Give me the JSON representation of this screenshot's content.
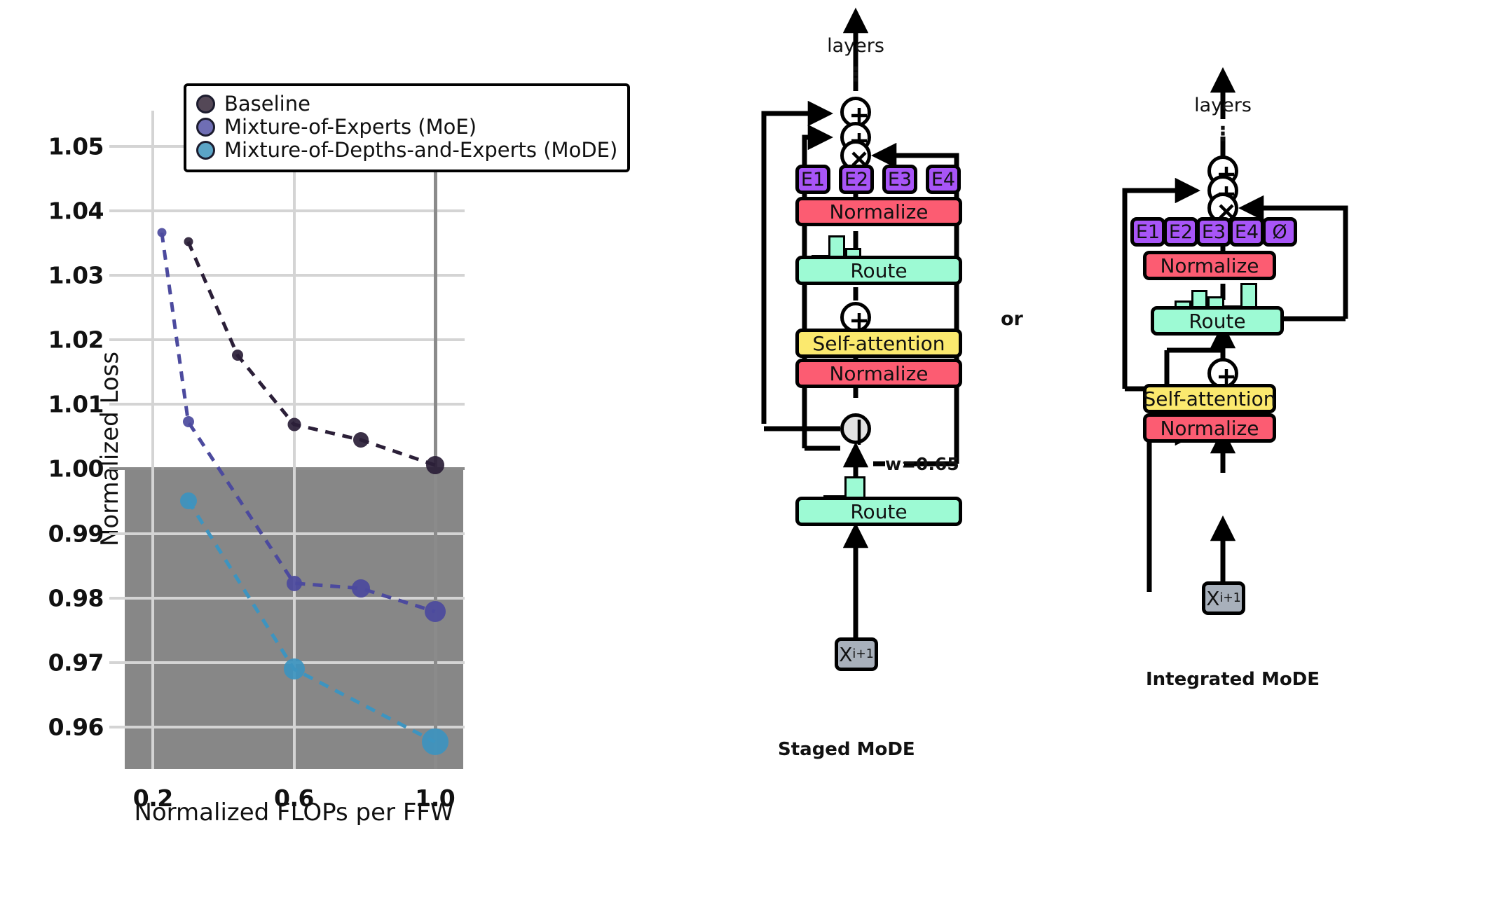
{
  "chart_data": {
    "type": "scatter",
    "title": "",
    "xlabel": "Normalized FLOPs per FFW",
    "ylabel": "Normalized Loss",
    "xlim": [
      0.12,
      1.08
    ],
    "ylim": [
      0.9535,
      1.0555
    ],
    "xticks": [
      "0.2",
      "0.6",
      "1.0"
    ],
    "xtick_values": [
      0.2,
      0.6,
      1.0
    ],
    "yticks": [
      "0.96",
      "0.97",
      "0.98",
      "0.99",
      "1.00",
      "1.01",
      "1.02",
      "1.03",
      "1.04",
      "1.05"
    ],
    "ytick_values": [
      0.96,
      0.97,
      0.98,
      0.99,
      1.0,
      1.01,
      1.02,
      1.03,
      1.04,
      1.05
    ],
    "grid": true,
    "legend_position": "upper-center",
    "shaded_region_label": "below baseline (y <= 1.00)",
    "shaded_region_color": "#878787",
    "series": [
      {
        "name": "Baseline",
        "color": "#2b1f38",
        "linestyle": "dashed",
        "x": [
          0.3,
          0.44,
          0.6,
          0.79,
          1.0
        ],
        "y": [
          1.0352,
          1.0176,
          1.0069,
          1.0045,
          1.0006
        ],
        "marker_sizes": [
          13,
          16,
          19,
          22,
          26
        ]
      },
      {
        "name": "Mixture-of-Experts (MoE)",
        "color": "#4c4a9e",
        "linestyle": "dashed",
        "x": [
          0.225,
          0.3,
          0.6,
          0.79,
          1.0
        ],
        "y": [
          1.0366,
          1.0073,
          0.9823,
          0.9815,
          0.9779
        ],
        "marker_sizes": [
          13,
          16,
          22,
          26,
          30
        ]
      },
      {
        "name": "Mixture-of-Depths-and-Experts (MoDE)",
        "color": "#3d94c0",
        "linestyle": "dashed",
        "x": [
          0.3,
          0.6,
          1.0
        ],
        "y": [
          0.9951,
          0.969,
          0.9577
        ],
        "marker_sizes": [
          24,
          30,
          38
        ]
      }
    ],
    "legend": [
      {
        "label": "Baseline",
        "color": "#544857"
      },
      {
        "label": "Mixture-of-Experts (MoE)",
        "color": "#6f6eb4"
      },
      {
        "label": "Mixture-of-Depths-and-Experts (MoDE)",
        "color": "#5ba4c6"
      }
    ]
  },
  "staged": {
    "caption": "Staged MoDE",
    "top_label": "layers",
    "route_top_label": "Route",
    "route_bottom_label": "Route",
    "normalize_top_label": "Normalize",
    "normalize_bottom_label": "Normalize",
    "attention_label": "Self-attention",
    "input_label": "X",
    "input_sub": "i+1",
    "weight_label": "w=0.65",
    "experts": [
      "E1",
      "E2",
      "E3",
      "E4"
    ],
    "ops": [
      "plus",
      "plus",
      "times",
      "plus",
      "router-gate"
    ],
    "route_top_histogram": [
      0.3,
      1.0,
      0.55,
      0.18
    ],
    "route_bottom_histogram": [
      0.33,
      1.0
    ]
  },
  "integrated": {
    "caption": "Integrated MoDE",
    "top_label": "layers",
    "route_label": "Route",
    "normalize_top_label": "Normalize",
    "normalize_bottom_label": "Normalize",
    "attention_label": "Self-attention",
    "input_label": "X",
    "input_sub": "i+1",
    "experts": [
      "E1",
      "E2",
      "E3",
      "E4",
      "Ø"
    ],
    "ops": [
      "plus",
      "plus",
      "times",
      "plus"
    ],
    "route_histogram": [
      0.45,
      0.78,
      0.58,
      0.3,
      1.0
    ]
  },
  "connector": {
    "or_label": "or"
  },
  "colors": {
    "normalize": "#fc5c72",
    "attention": "#fbe96e",
    "route": "#9dfad4",
    "expert": "#a855f7",
    "input_box": "#a8b0bb",
    "shaded_band": "#878787",
    "grid": "#d4d4d4"
  }
}
